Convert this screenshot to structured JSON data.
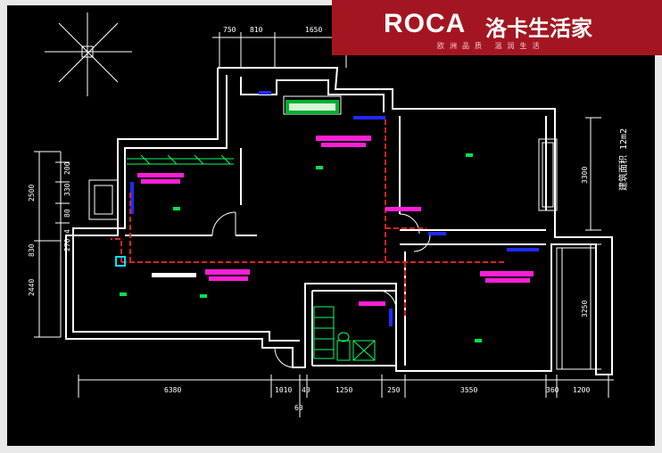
{
  "brand": {
    "name": "ROCA",
    "cn_name": "洛卡生活家",
    "tagline": "欧洲品质 温润生活"
  },
  "dimensions": {
    "top": [
      "750",
      "810",
      "1650"
    ],
    "bottom": [
      "6380",
      "1010",
      "40",
      "1250",
      "250",
      "3550",
      "360",
      "1200"
    ],
    "bottom_extra": "60",
    "left": [
      "2500",
      "2440",
      "830"
    ],
    "left_small": [
      "200",
      "330",
      "80",
      "4",
      "270"
    ],
    "right_upper": "3300",
    "right_lower": "3250"
  },
  "annotation": "建筑面积 12m2",
  "colors": {
    "background": "#000000",
    "wall": "#ffffff",
    "pipe": "#e0201e",
    "label": "#ff1fd6",
    "marker": "#00e24a",
    "window": "#1f2bff",
    "fixture": "#00ff66",
    "brand": "#a31621"
  }
}
